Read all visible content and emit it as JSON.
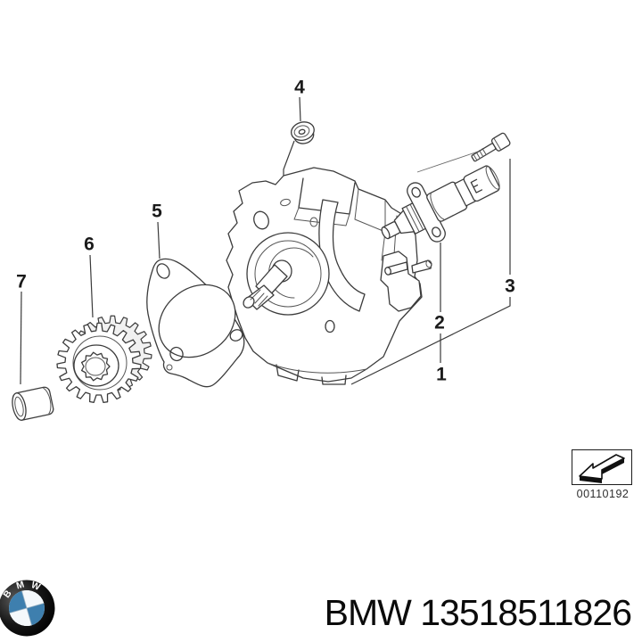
{
  "diagram": {
    "type": "exploded-parts-diagram",
    "subject": "BMW high pressure fuel pump assembly drawing",
    "callouts": [
      {
        "n": "1"
      },
      {
        "n": "2"
      },
      {
        "n": "3"
      },
      {
        "n": "4"
      },
      {
        "n": "5"
      },
      {
        "n": "6"
      },
      {
        "n": "7"
      }
    ],
    "stamp": {
      "code": "00110192",
      "icon": "direction-arrow-down-left"
    }
  },
  "footer": {
    "brand": "BMW",
    "part_number": "13518511826",
    "caption": "BMW 13518511826",
    "logo_letters": [
      "B",
      "M",
      "W"
    ]
  },
  "colors": {
    "background": "#ffffff",
    "line": "#3c3c3c",
    "text": "#0b0b0b",
    "logo_blue": "#3e7fae",
    "logo_ring": "#141414"
  }
}
